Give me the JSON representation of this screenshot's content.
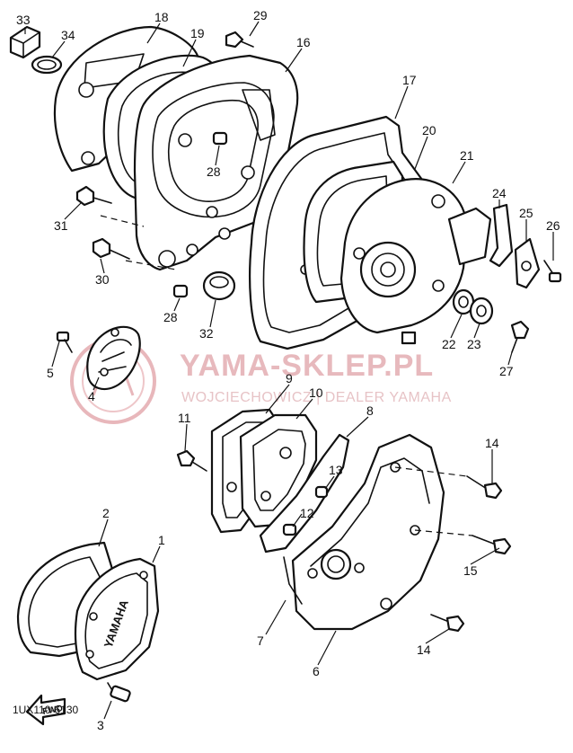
{
  "diagram": {
    "callouts": [
      {
        "id": "33",
        "text": "33"
      },
      {
        "id": "34",
        "text": "34"
      },
      {
        "id": "18",
        "text": "18"
      },
      {
        "id": "19",
        "text": "19"
      },
      {
        "id": "29",
        "text": "29"
      },
      {
        "id": "16",
        "text": "16"
      },
      {
        "id": "17",
        "text": "17"
      },
      {
        "id": "20",
        "text": "20"
      },
      {
        "id": "21",
        "text": "21"
      },
      {
        "id": "24",
        "text": "24"
      },
      {
        "id": "25",
        "text": "25"
      },
      {
        "id": "26",
        "text": "26"
      },
      {
        "id": "28a",
        "text": "28"
      },
      {
        "id": "31",
        "text": "31"
      },
      {
        "id": "30",
        "text": "30"
      },
      {
        "id": "28b",
        "text": "28"
      },
      {
        "id": "32",
        "text": "32"
      },
      {
        "id": "22",
        "text": "22"
      },
      {
        "id": "23",
        "text": "23"
      },
      {
        "id": "27",
        "text": "27"
      },
      {
        "id": "5",
        "text": "5"
      },
      {
        "id": "4",
        "text": "4"
      },
      {
        "id": "9",
        "text": "9"
      },
      {
        "id": "10",
        "text": "10"
      },
      {
        "id": "8",
        "text": "8"
      },
      {
        "id": "11",
        "text": "11"
      },
      {
        "id": "14a",
        "text": "14"
      },
      {
        "id": "13",
        "text": "13"
      },
      {
        "id": "12",
        "text": "12"
      },
      {
        "id": "15",
        "text": "15"
      },
      {
        "id": "2",
        "text": "2"
      },
      {
        "id": "1",
        "text": "1"
      },
      {
        "id": "7",
        "text": "7"
      },
      {
        "id": "14b",
        "text": "14"
      },
      {
        "id": "6",
        "text": "6"
      },
      {
        "id": "3",
        "text": "3"
      }
    ],
    "drawing_code": "1UX110-6130",
    "cover_logo": "YAMAHA",
    "fwd_arrow": "FWD"
  },
  "watermark": {
    "title": "YAMA-SKLEP.PL",
    "subtitle": "WOJCIECHOWICZ | DEALER YAMAHA",
    "color": "#d9a0a5"
  }
}
